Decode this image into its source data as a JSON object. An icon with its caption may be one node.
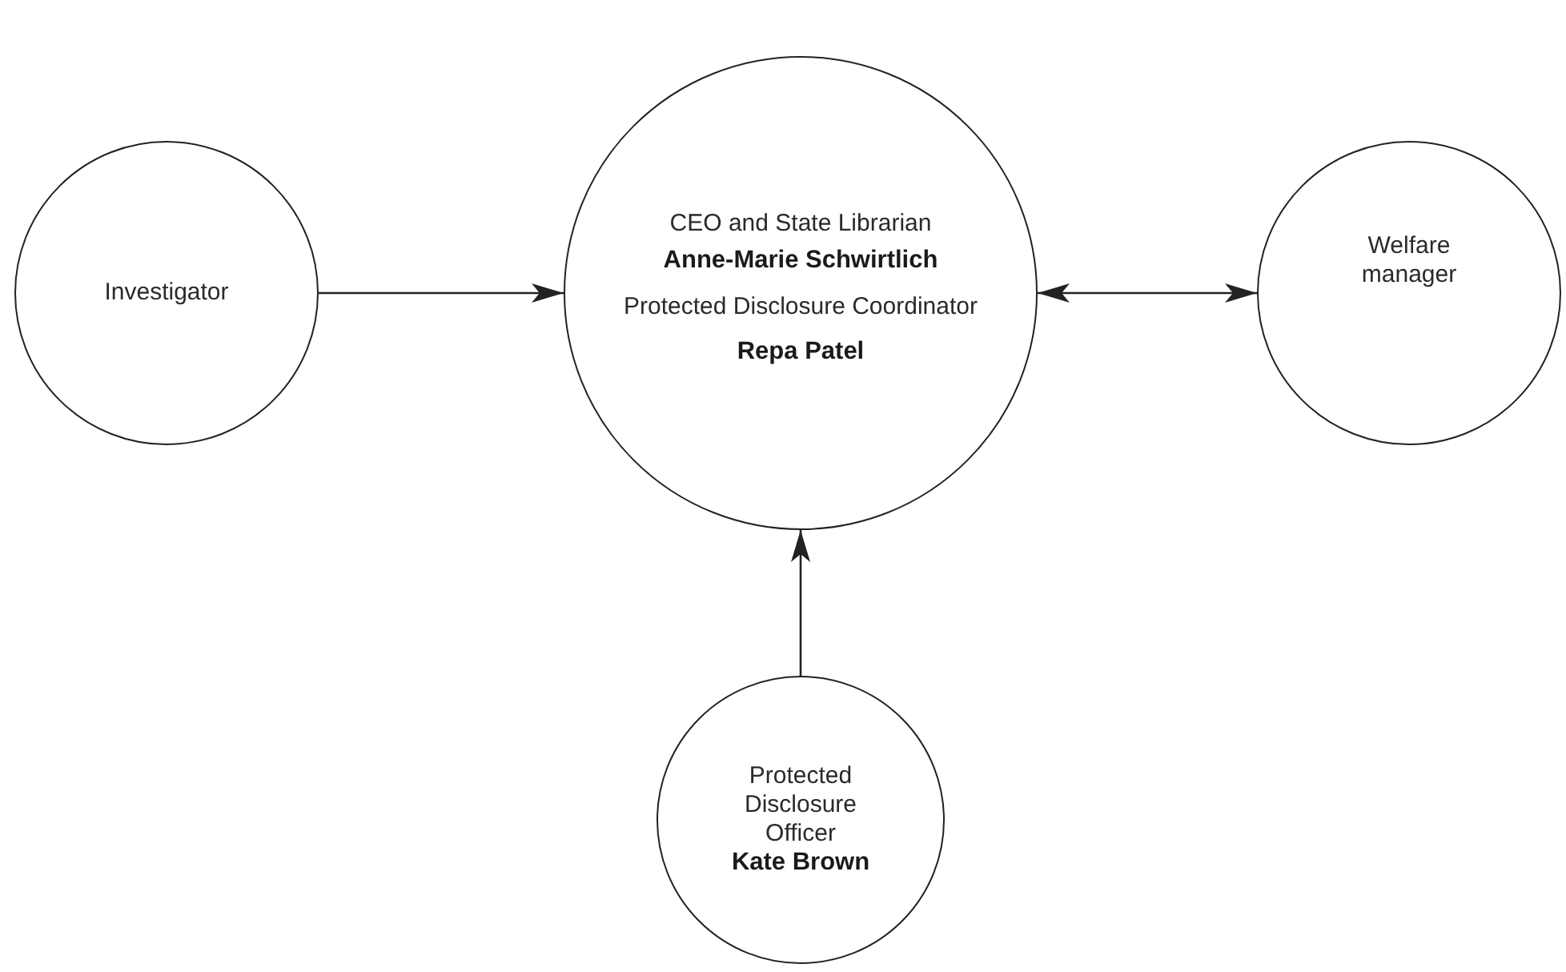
{
  "diagram": {
    "nodes": [
      {
        "text": [
          "Investigator"
        ]
      },
      {
        "text": [
          "CEO and State Librarian",
          "Anne-Marie Schwirtlich",
          "Protected Disclosure Coordinator",
          "Repa Patel"
        ]
      },
      {
        "text": [
          "Welfare manager"
        ]
      },
      {
        "text": [
          "Protected Disclosure Officer",
          "Kate Brown"
        ]
      }
    ],
    "edges": [
      {
        "from": 0,
        "to": 1,
        "arrow": "to"
      },
      {
        "from": 1,
        "to": 2,
        "arrow": "both"
      },
      {
        "from": 3,
        "to": 1,
        "arrow": "to"
      }
    ]
  }
}
